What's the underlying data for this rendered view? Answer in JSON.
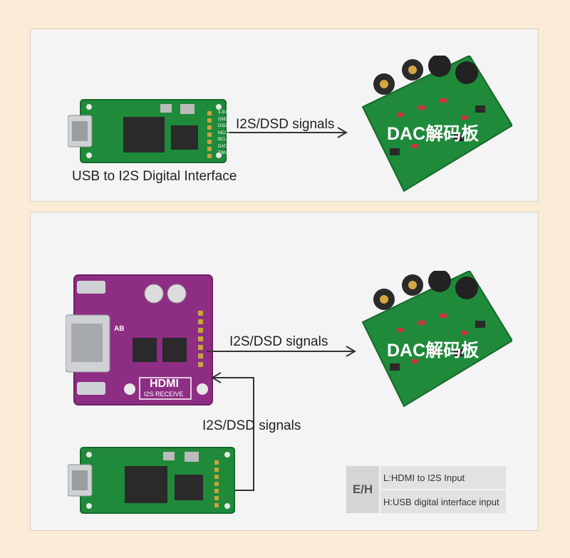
{
  "top": {
    "signal_label": "I2S/DSD signals",
    "interface_caption": "USB to I2S Digital Interface",
    "dac_label": "DAC解码板"
  },
  "bottom": {
    "signal_label_right": "I2S/DSD signals",
    "signal_label_vertical": "I2S/DSD signals",
    "dac_label": "DAC解码板",
    "hdmi_logo": "HDMI",
    "hdmi_sub": "I2S RECEIVE",
    "hdmi_ab": "AB"
  },
  "usb_board_pins": [
    "3.3V",
    "GND",
    "DSDE",
    "MCLK",
    "BCLK",
    "DATA",
    "TWL.C"
  ],
  "legend": {
    "title": "E/H",
    "rows": [
      "L:HDMI to I2S Input",
      "H:USB digital interface input"
    ]
  },
  "colors": {
    "background": "#fbecd8",
    "panel": "#f4f4f4",
    "pcb_green": "#1f8a3a",
    "pcb_purple": "#8e2d84",
    "arrow": "#333333"
  }
}
